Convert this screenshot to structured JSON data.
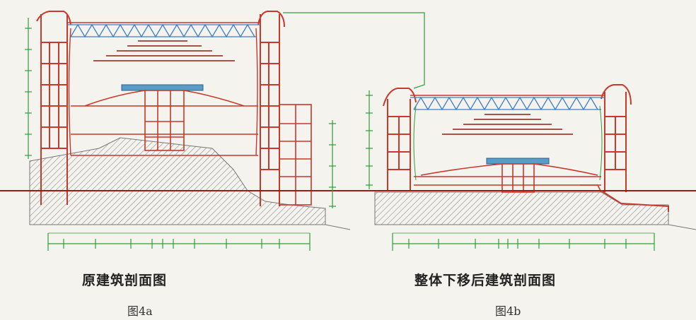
{
  "figures": [
    {
      "caption": "原建筑剖面图",
      "label": "图4a"
    },
    {
      "caption": "整体下移后建筑剖面图",
      "label": "图4b"
    }
  ],
  "colors": {
    "background": "#f4f3ee",
    "structure": "#c8382c",
    "truss": "#3a7fc4",
    "dimension": "#2f9e3a",
    "hatch": "#8a8a8a",
    "ground_line": "#a01818",
    "roof_beam": "#5a9cc8"
  }
}
